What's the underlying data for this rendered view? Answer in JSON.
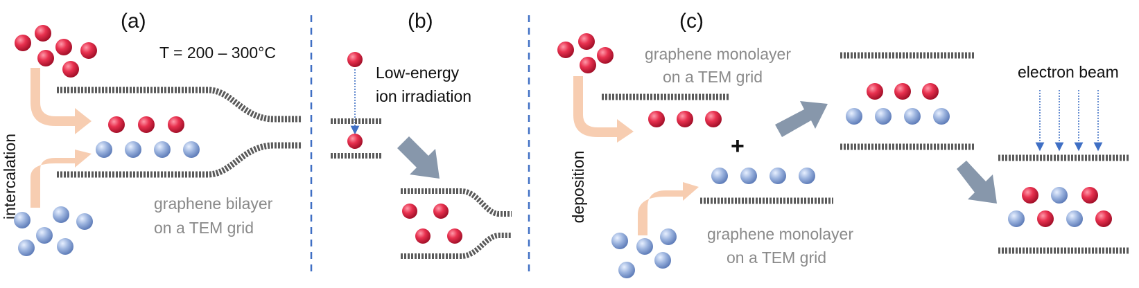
{
  "panels": {
    "a": {
      "label": "(a)",
      "temperature": "T = 200 – 300°C",
      "side_label": "intercalation",
      "substrate_line1": "graphene bilayer",
      "substrate_line2": "on a TEM grid"
    },
    "b": {
      "label": "(b)",
      "process_line1": "Low-energy",
      "process_line2": "ion irradiation"
    },
    "c": {
      "label": "(c)",
      "side_label": "deposition",
      "substrate_top_line1": "graphene monolayer",
      "substrate_top_line2": "on a TEM grid",
      "substrate_bottom_line1": "graphene monolayer",
      "substrate_bottom_line2": "on a TEM grid",
      "plus": "+",
      "beam_label": "electron beam"
    }
  },
  "colors": {
    "red_atom": "#e8314f",
    "blue_atom": "#93acd8",
    "graphene": "#5a5a5a",
    "divider": "#3f6fc4",
    "big_arrow": "#8797ab",
    "curved_arrow": "#f6c8a8",
    "beam_arrow": "#3f6fc4"
  }
}
